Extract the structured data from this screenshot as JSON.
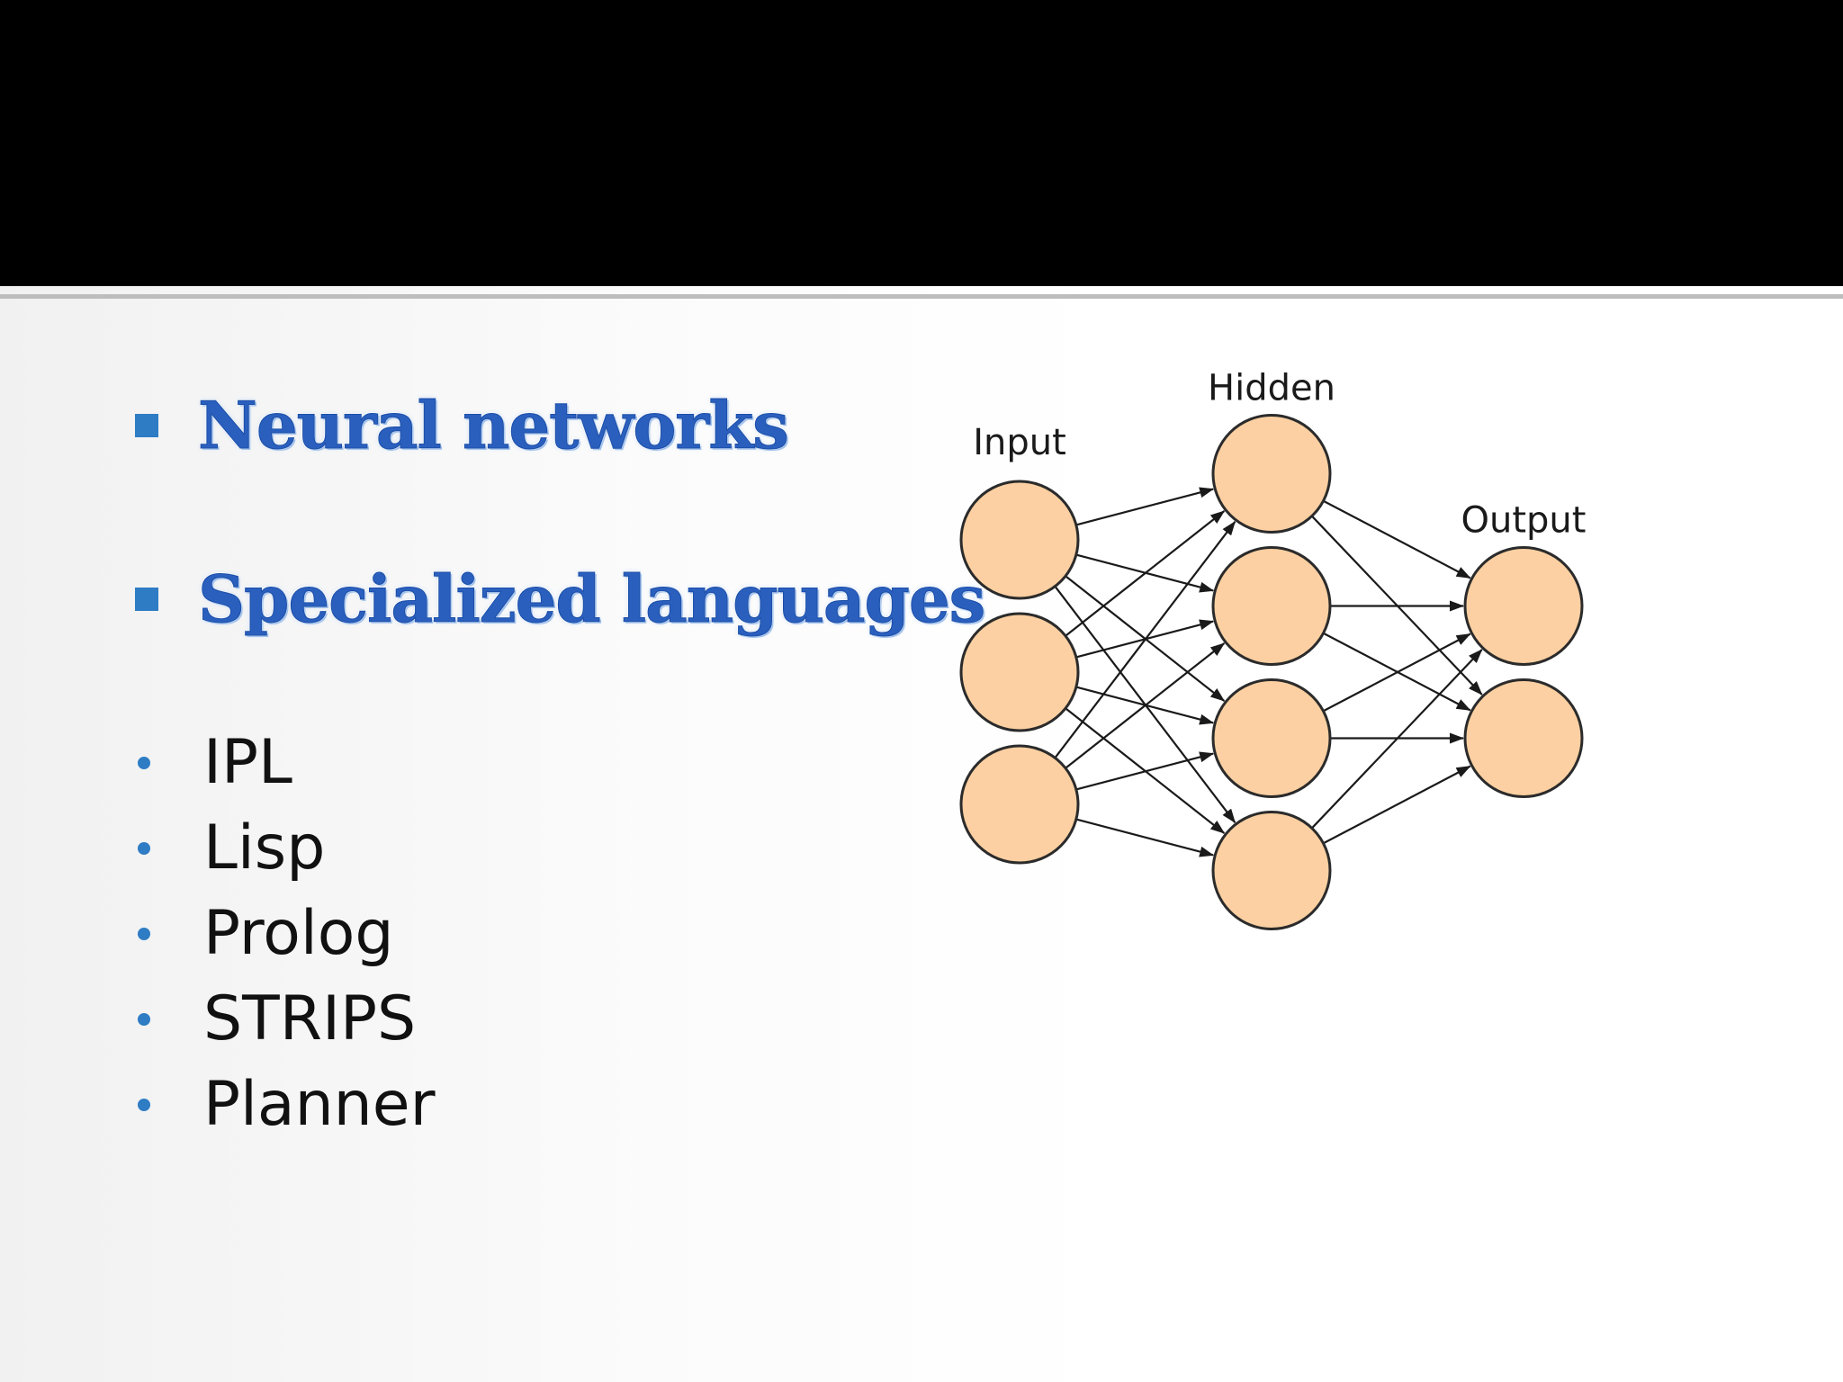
{
  "slide": {
    "headings": [
      {
        "text": "Neural networks"
      },
      {
        "text": "Specialized languages"
      }
    ],
    "languages": [
      "IPL",
      "Lisp",
      "Prolog",
      "STRIPS",
      "Planner"
    ]
  },
  "diagram": {
    "layers": [
      {
        "label": "Input",
        "nodes": 3
      },
      {
        "label": "Hidden",
        "nodes": 4
      },
      {
        "label": "Output",
        "nodes": 2
      }
    ],
    "connections": "fully-connected",
    "colors": {
      "node_fill": "#fcd0a2",
      "node_stroke": "#2b2b2b",
      "edge": "#1a1a1a",
      "bullet": "#2e7cc4",
      "heading": "#2a5fbe"
    }
  }
}
